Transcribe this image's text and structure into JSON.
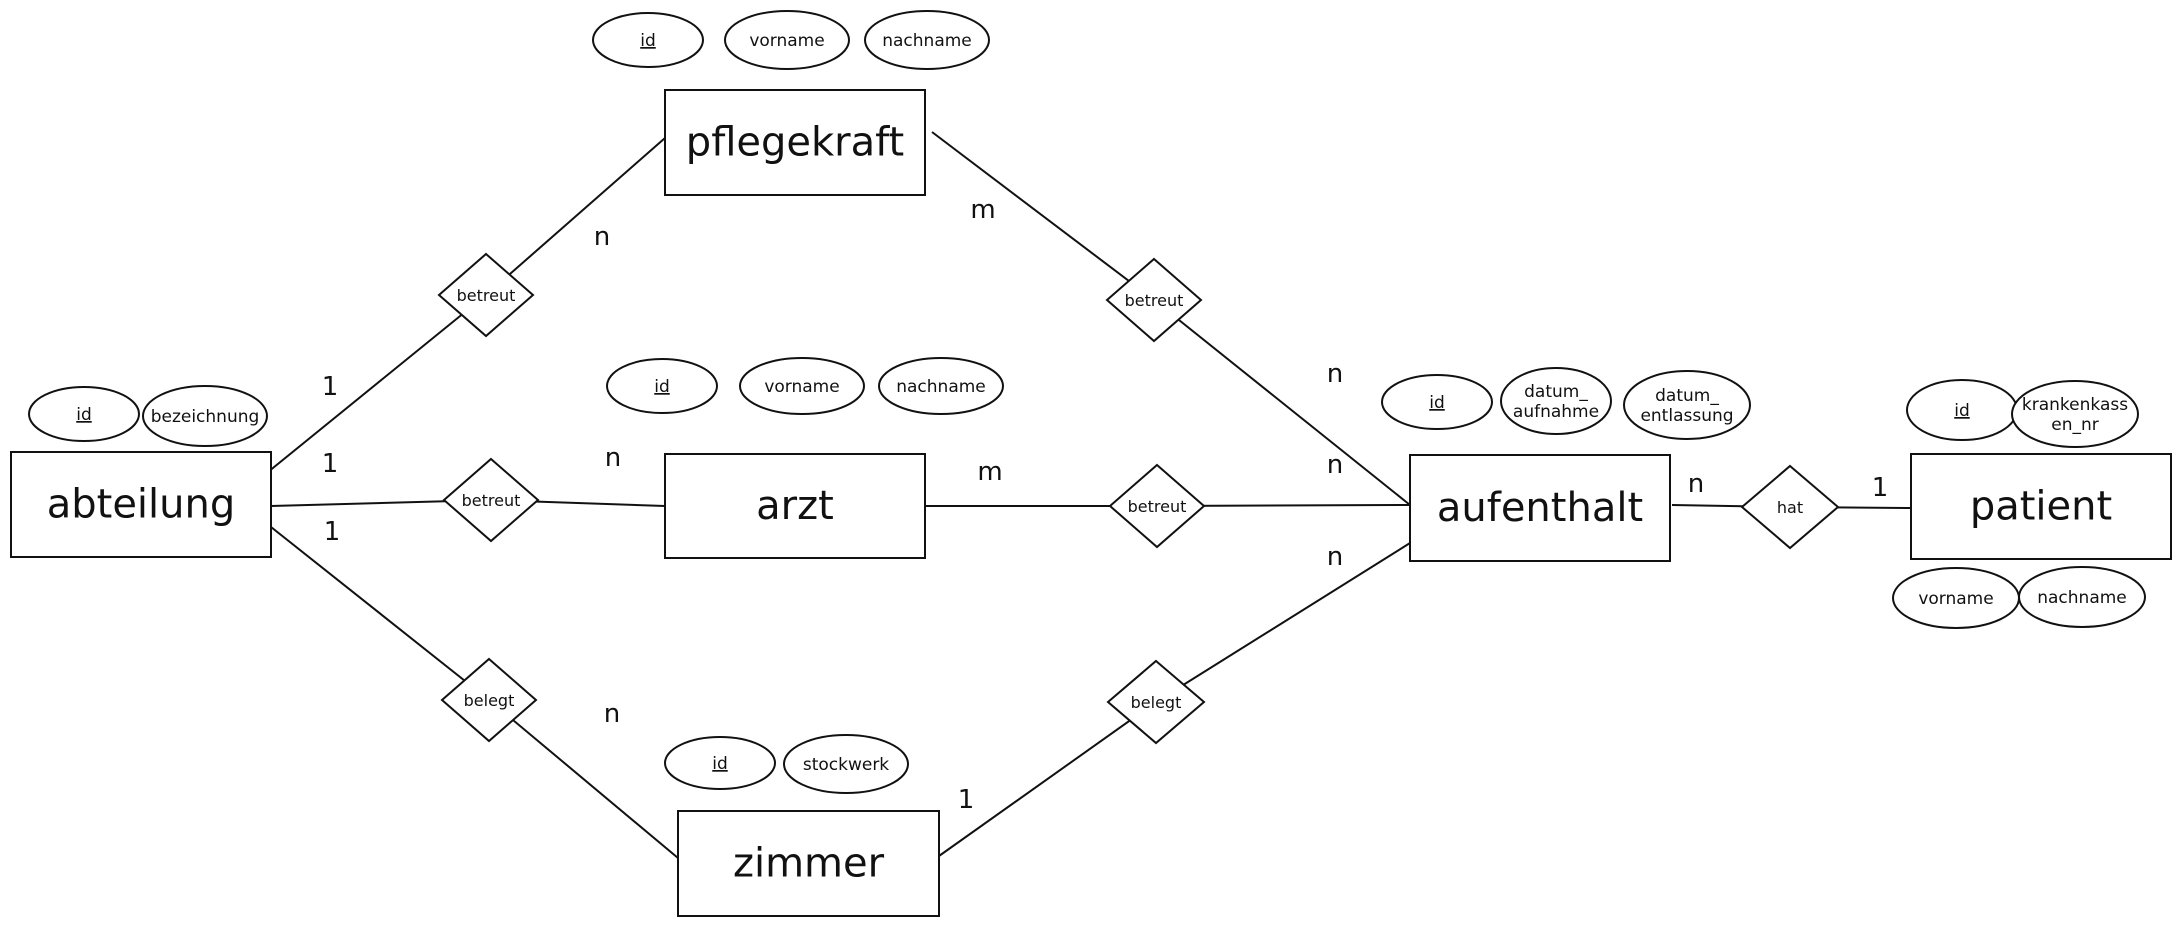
{
  "entities": [
    {
      "id": "abteilung",
      "label": "abteilung"
    },
    {
      "id": "pflegekraft",
      "label": "pflegekraft"
    },
    {
      "id": "arzt",
      "label": "arzt"
    },
    {
      "id": "zimmer",
      "label": "zimmer"
    },
    {
      "id": "aufenthalt",
      "label": "aufenthalt"
    },
    {
      "id": "patient",
      "label": "patient"
    }
  ],
  "attributes": [
    {
      "entity": "abteilung",
      "lines": [
        "id"
      ],
      "key": true
    },
    {
      "entity": "abteilung",
      "lines": [
        "bezeichnung"
      ],
      "key": false
    },
    {
      "entity": "pflegekraft",
      "lines": [
        "id"
      ],
      "key": true
    },
    {
      "entity": "pflegekraft",
      "lines": [
        "vorname"
      ],
      "key": false
    },
    {
      "entity": "pflegekraft",
      "lines": [
        "nachname"
      ],
      "key": false
    },
    {
      "entity": "arzt",
      "lines": [
        "id"
      ],
      "key": true
    },
    {
      "entity": "arzt",
      "lines": [
        "vorname"
      ],
      "key": false
    },
    {
      "entity": "arzt",
      "lines": [
        "nachname"
      ],
      "key": false
    },
    {
      "entity": "zimmer",
      "lines": [
        "id"
      ],
      "key": true
    },
    {
      "entity": "zimmer",
      "lines": [
        "stockwerk"
      ],
      "key": false
    },
    {
      "entity": "aufenthalt",
      "lines": [
        "id"
      ],
      "key": true
    },
    {
      "entity": "aufenthalt",
      "lines": [
        "datum_",
        "aufnahme"
      ],
      "key": false
    },
    {
      "entity": "aufenthalt",
      "lines": [
        "datum_",
        "entlassung"
      ],
      "key": false
    },
    {
      "entity": "patient",
      "lines": [
        "id"
      ],
      "key": true
    },
    {
      "entity": "patient",
      "lines": [
        "krankenkass",
        "en_nr"
      ],
      "key": false
    },
    {
      "entity": "patient",
      "lines": [
        "vorname"
      ],
      "key": false
    },
    {
      "entity": "patient",
      "lines": [
        "nachname"
      ],
      "key": false
    }
  ],
  "relationships": [
    {
      "id": "rel-abteilung-pflegekraft",
      "label": "betreut",
      "from": "abteilung",
      "to": "pflegekraft",
      "from_card": "1",
      "to_card": "n"
    },
    {
      "id": "rel-abteilung-arzt",
      "label": "betreut",
      "from": "abteilung",
      "to": "arzt",
      "from_card": "1",
      "to_card": "n"
    },
    {
      "id": "rel-abteilung-zimmer",
      "label": "belegt",
      "from": "abteilung",
      "to": "zimmer",
      "from_card": "1",
      "to_card": "n"
    },
    {
      "id": "rel-pflegekraft-aufenthalt",
      "label": "betreut",
      "from": "pflegekraft",
      "to": "aufenthalt",
      "from_card": "m",
      "to_card": "n"
    },
    {
      "id": "rel-arzt-aufenthalt",
      "label": "betreut",
      "from": "arzt",
      "to": "aufenthalt",
      "from_card": "m",
      "to_card": "n"
    },
    {
      "id": "rel-zimmer-aufenthalt",
      "label": "belegt",
      "from": "zimmer",
      "to": "aufenthalt",
      "from_card": "1",
      "to_card": "n"
    },
    {
      "id": "rel-aufenthalt-patient",
      "label": "hat",
      "from": "aufenthalt",
      "to": "patient",
      "from_card": "n",
      "to_card": "1"
    }
  ]
}
